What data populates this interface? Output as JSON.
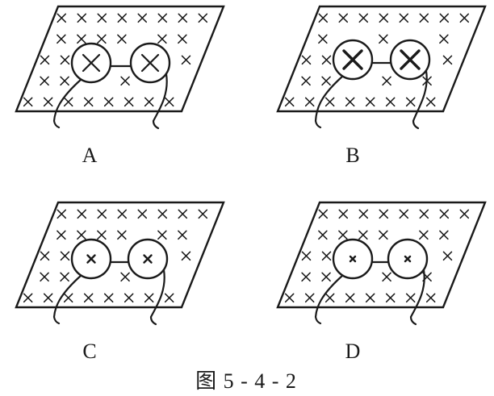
{
  "figure": {
    "caption": "图 5 - 4 - 2",
    "ink_color": "#1a1a1a",
    "background_color": "#ffffff",
    "field_direction": "into-page",
    "panels": [
      {
        "label": "A",
        "ring_mark": "large-cross"
      },
      {
        "label": "B",
        "ring_mark": "large-cross-heavy"
      },
      {
        "label": "C",
        "ring_mark": "small-cross"
      },
      {
        "label": "D",
        "ring_mark": "tiny-cross"
      }
    ]
  }
}
